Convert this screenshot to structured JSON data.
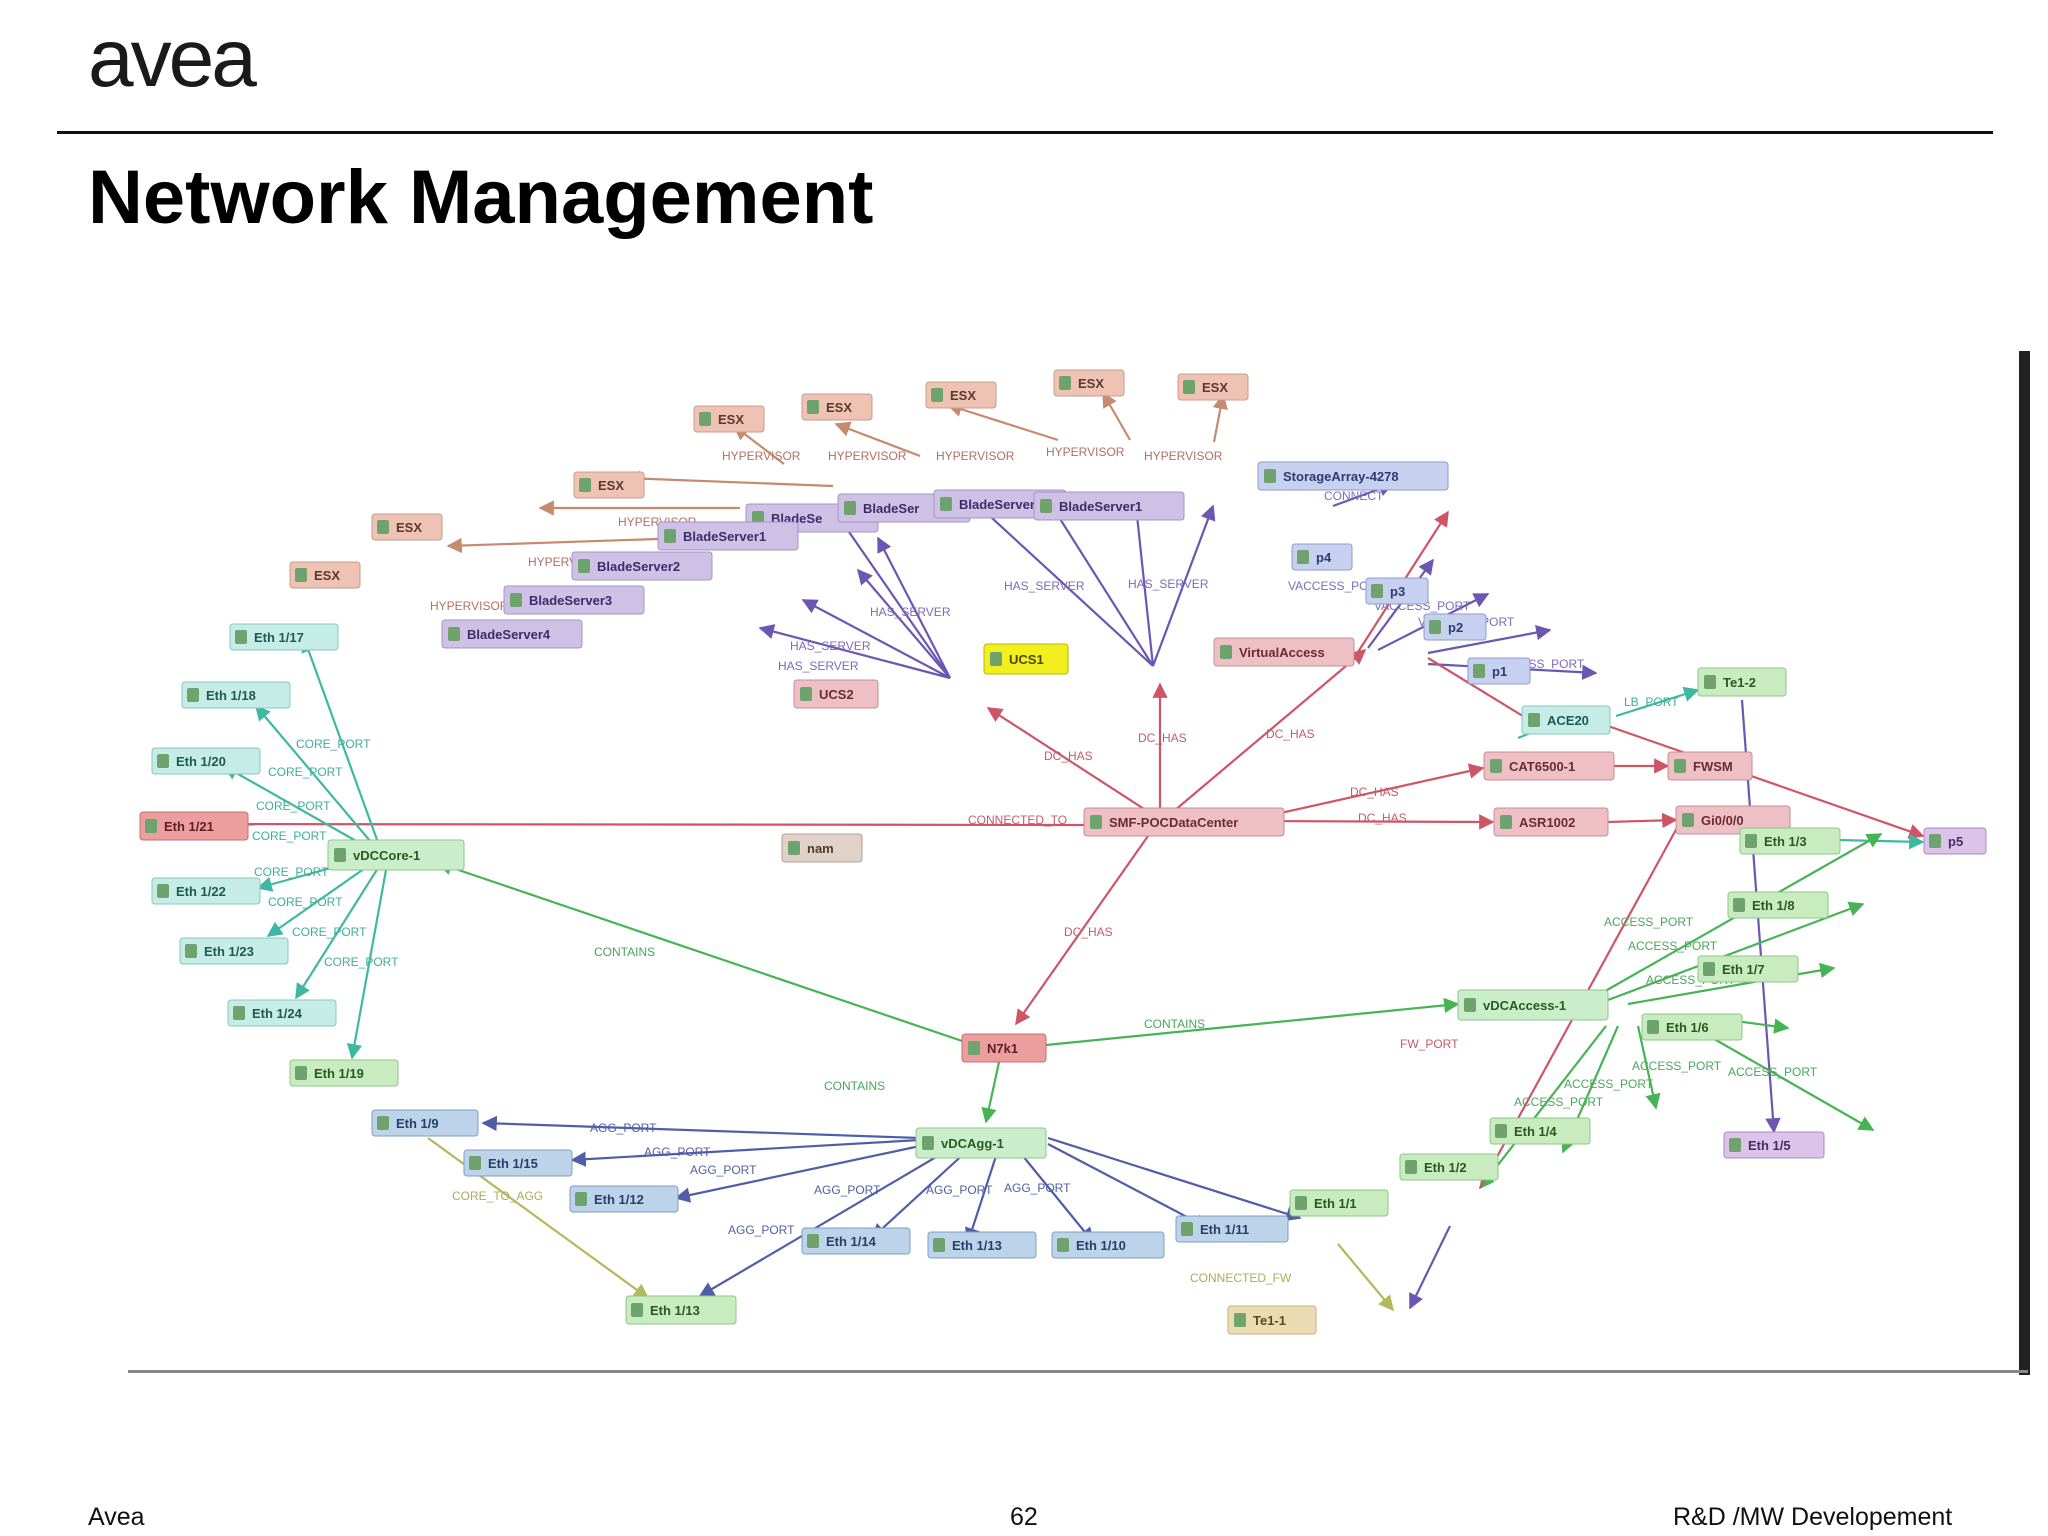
{
  "header": {
    "logo_text": "avea",
    "title": "Network Management"
  },
  "footer": {
    "left": "Avea",
    "page_number": "62",
    "right": "R&D /MW Developement"
  },
  "colors": {
    "esx": "#eec3b4",
    "blade": "#cfc0e6",
    "port": "#bcd3ea",
    "storage": "#c7d0ee",
    "ucs_selected": "#f3ee1e",
    "virtual": "#eec0c6",
    "switch": "#c9eec9",
    "eth_core": "#c6ece7",
    "eth_red": "#ec9e9e",
    "eth_access": "#c8ebc0",
    "edge_purple": "#6a57b4",
    "edge_red": "#cf5566",
    "edge_teal": "#3fb8a2",
    "edge_green": "#46b355",
    "edge_blue": "#4f5ea6",
    "edge_olive": "#b4b85a",
    "edge_brown": "#c68a6e"
  },
  "diagram": {
    "nodes": {
      "esx_1": "ESX",
      "esx_2": "ESX",
      "esx_3": "ESX",
      "esx_4": "ESX",
      "esx_5": "ESX",
      "esx_6": "ESX",
      "esx_7": "ESX",
      "esx_8": "ESX",
      "blade_a": "BladeSe",
      "blade_b": "BladeSer",
      "blade_c": "BladeServer1",
      "blade_d": "BladeServer1",
      "blade_e": "BladeServer2",
      "blade_f": "BladeServer3",
      "blade_g": "BladeServer4",
      "storage": "StorageArray-4278",
      "p4": "p4",
      "p3": "p3",
      "p2": "p2",
      "p1": "p1",
      "p_right": "p5",
      "ucs1": "UCS1",
      "ucs2": "UCS2",
      "virtual_access": "VirtualAccess",
      "ace": "ACE20",
      "te_2": "Te1-2",
      "cat": "CAT6500-1",
      "fwsm": "FWSM",
      "asr": "ASR1002",
      "gi": "Gi0/0/0",
      "datacenter": "SMF-POCDataCenter",
      "nam": "nam",
      "n7k": "N7k1",
      "vdc_core": "vDCCore-1",
      "vdc_agg": "vDCAgg-1",
      "vdc_access": "vDCAccess-1",
      "te_1": "Te1-1",
      "eth_1_17": "Eth 1/17",
      "eth_1_18": "Eth 1/18",
      "eth_1_20": "Eth 1/20",
      "eth_1_21": "Eth 1/21",
      "eth_1_22": "Eth 1/22",
      "eth_1_23": "Eth 1/23",
      "eth_1_24": "Eth 1/24",
      "eth_1_19": "Eth 1/19",
      "eth_1_9": "Eth 1/9",
      "eth_1_15": "Eth 1/15",
      "eth_1_12": "Eth 1/12",
      "eth_1_14": "Eth 1/14",
      "eth_1_13": "Eth 1/13",
      "eth_1_10": "Eth 1/10",
      "eth_1_11": "Eth 1/11",
      "eth_1_1": "Eth 1/1",
      "eth_1_2": "Eth 1/2",
      "eth_1_4": "Eth 1/4",
      "eth_1_5": "Eth 1/5",
      "eth_1_6": "Eth 1/6",
      "eth_1_7": "Eth 1/7",
      "eth_1_8": "Eth 1/8",
      "eth_1_3": "Eth 1/3",
      "eth_1_16": "Eth 1/13"
    },
    "edge_labels": {
      "hypervisor": "HYPERVISOR",
      "has_server": "HAS_SERVER",
      "vaccess_port": "VACCESS_PORT",
      "dc_has": "DC_HAS",
      "core_port": "CORE_PORT",
      "connected_to": "CONNECTED_TO",
      "contains": "CONTAINS",
      "agg_port": "AGG_PORT",
      "access_port": "ACCESS_PORT",
      "fw_port": "FW_PORT",
      "connected_fw": "CONNECTED_FW",
      "core_to_agg": "CORE_TO_AGG",
      "storage_edge": "CONNECT",
      "lb_port": "LB_PORT",
      "vaccess_port_2": "VACCESS_PORT"
    }
  }
}
